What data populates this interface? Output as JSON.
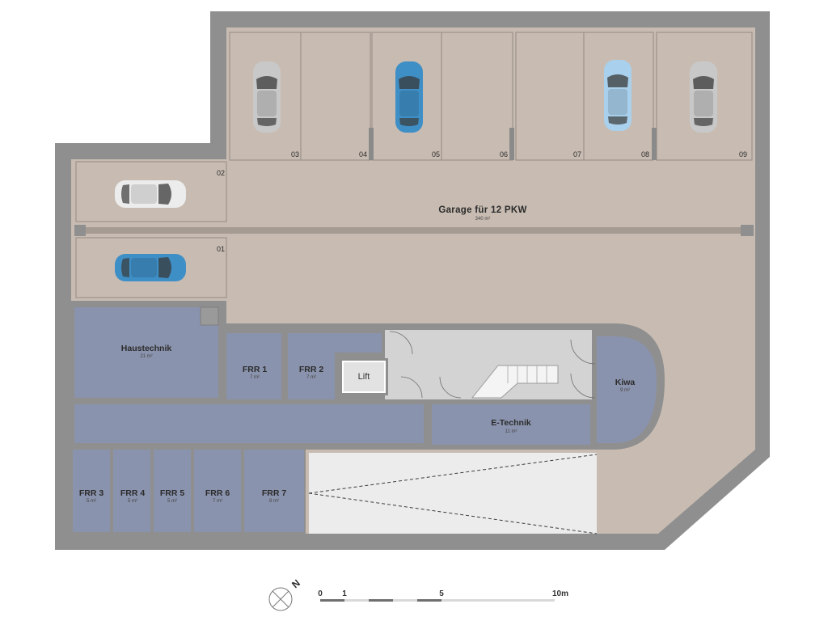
{
  "garage": {
    "title": "Garage für 12 PKW",
    "area": "340 m²"
  },
  "colors": {
    "wall": "#8f8f8f",
    "concrete": "#c8bcb2",
    "room": "#8a93ad",
    "stair": "#d3d3d3",
    "ramp": "#ececec",
    "car_silver": "#c8c8c8",
    "car_blue": "#3f8fc7",
    "car_light_blue": "#a9d0ec",
    "car_white": "#ececec"
  },
  "parking_slots": [
    {
      "number": "01",
      "car": "car_blue"
    },
    {
      "number": "02",
      "car": "car_white"
    },
    {
      "number": "03",
      "car": "car_silver"
    },
    {
      "number": "04",
      "car": ""
    },
    {
      "number": "05",
      "car": "car_blue"
    },
    {
      "number": "06",
      "car": ""
    },
    {
      "number": "07",
      "car": ""
    },
    {
      "number": "08",
      "car": "car_light_blue"
    },
    {
      "number": "09",
      "car": "car_silver"
    }
  ],
  "rooms": [
    {
      "name": "Haustechnik",
      "area": "21 m²"
    },
    {
      "name": "FRR 1",
      "area": "7 m²"
    },
    {
      "name": "FRR 2",
      "area": "7 m²"
    },
    {
      "name": "Lift",
      "area": ""
    },
    {
      "name": "Kiwa",
      "area": "9 m²"
    },
    {
      "name": "E-Technik",
      "area": "11 m²"
    },
    {
      "name": "FRR 3",
      "area": "5 m²"
    },
    {
      "name": "FRR 4",
      "area": "5 m²"
    },
    {
      "name": "FRR 5",
      "area": "5 m²"
    },
    {
      "name": "FRR 6",
      "area": "7 m²"
    },
    {
      "name": "FRR 7",
      "area": "8 m²"
    }
  ],
  "north": {
    "label": "N"
  },
  "scale": {
    "ticks": [
      "0",
      "1",
      "5",
      "10m"
    ]
  }
}
